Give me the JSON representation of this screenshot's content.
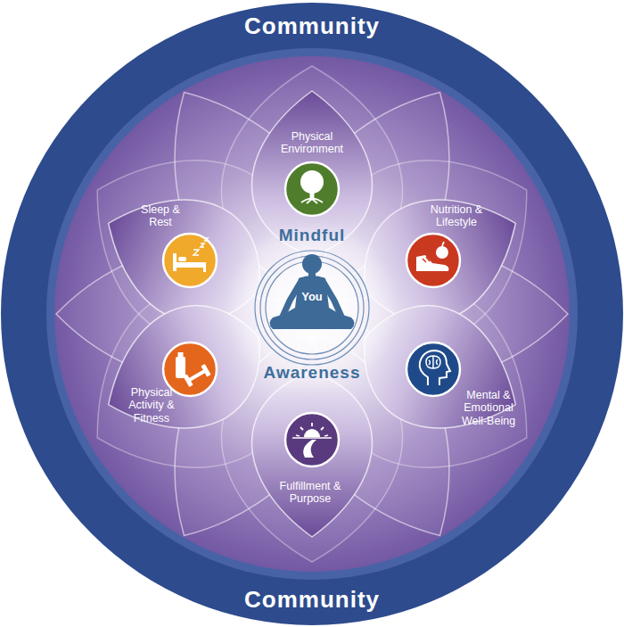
{
  "diagram": {
    "nodes": [
      {
        "text": [
          "Community",
          "Community"
        ]
      },
      {
        "text": [
          "Physical Environment"
        ],
        "in": 0
      },
      {
        "text": [
          "Sleep & Rest"
        ],
        "in": 0
      },
      {
        "text": [
          "Nutrition & Lifestyle"
        ],
        "in": 0
      },
      {
        "text": [
          "Mindful",
          "You",
          "Awareness"
        ],
        "in": 0
      },
      {
        "text": [
          "Physical Activity & Fitness"
        ],
        "in": 0
      },
      {
        "text": [
          "Mental & Emotional Well-Being"
        ],
        "in": 0
      },
      {
        "text": [
          "Fulfillment & Purpose"
        ],
        "in": 0
      }
    ]
  }
}
